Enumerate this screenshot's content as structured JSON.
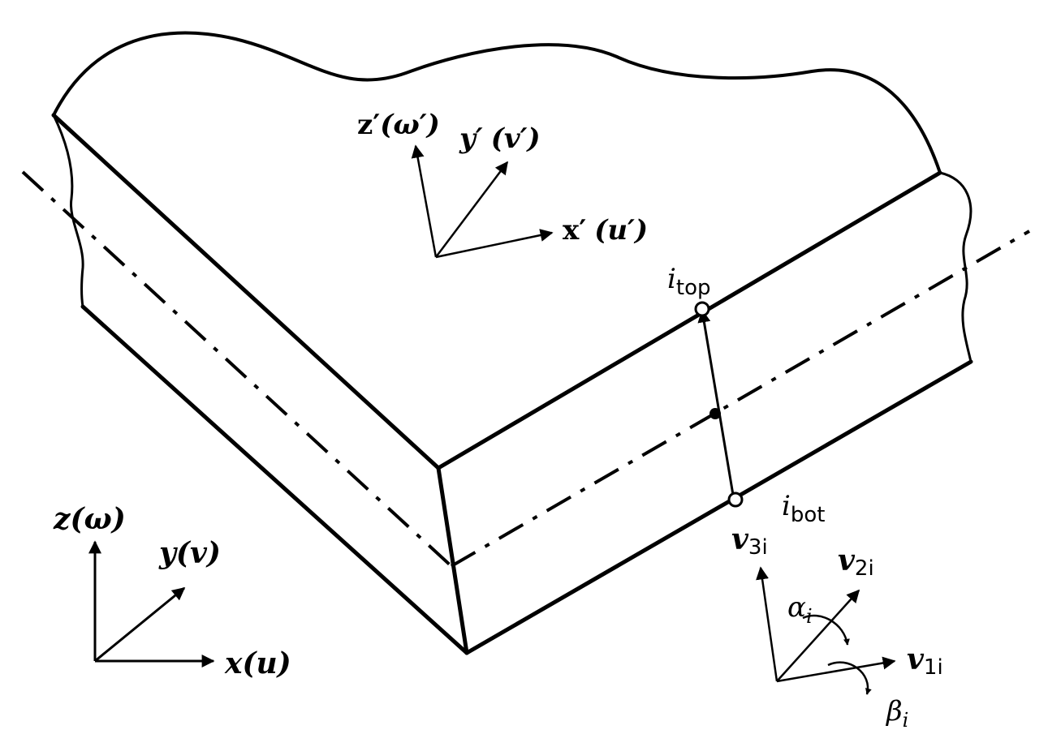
{
  "labels": {
    "local_z_main": "z′",
    "local_z_paren": "(ω′)",
    "local_y_main": "y′",
    "local_y_paren": "(v′)",
    "local_x_main": "x′",
    "local_x_paren": "(u′)",
    "i_top_main": "i",
    "i_top_sub": "top",
    "i_bot_main": "i",
    "i_bot_sub": "bot",
    "global_z_main": "z",
    "global_z_paren": "(ω)",
    "global_y_main": "y",
    "global_y_paren": "(v)",
    "global_x_main": "x",
    "global_x_paren": "(u)",
    "v3_main": "v",
    "v3_sub": "3i",
    "v2_main": "v",
    "v2_sub": "2i",
    "v1_main": "v",
    "v1_sub": "1i",
    "alpha_main": "α",
    "alpha_sub": "i",
    "beta_main": "β",
    "beta_sub": "i"
  },
  "colors": {
    "ink": "#000000",
    "background": "#ffffff",
    "open_node_fill": "#ffffff"
  }
}
